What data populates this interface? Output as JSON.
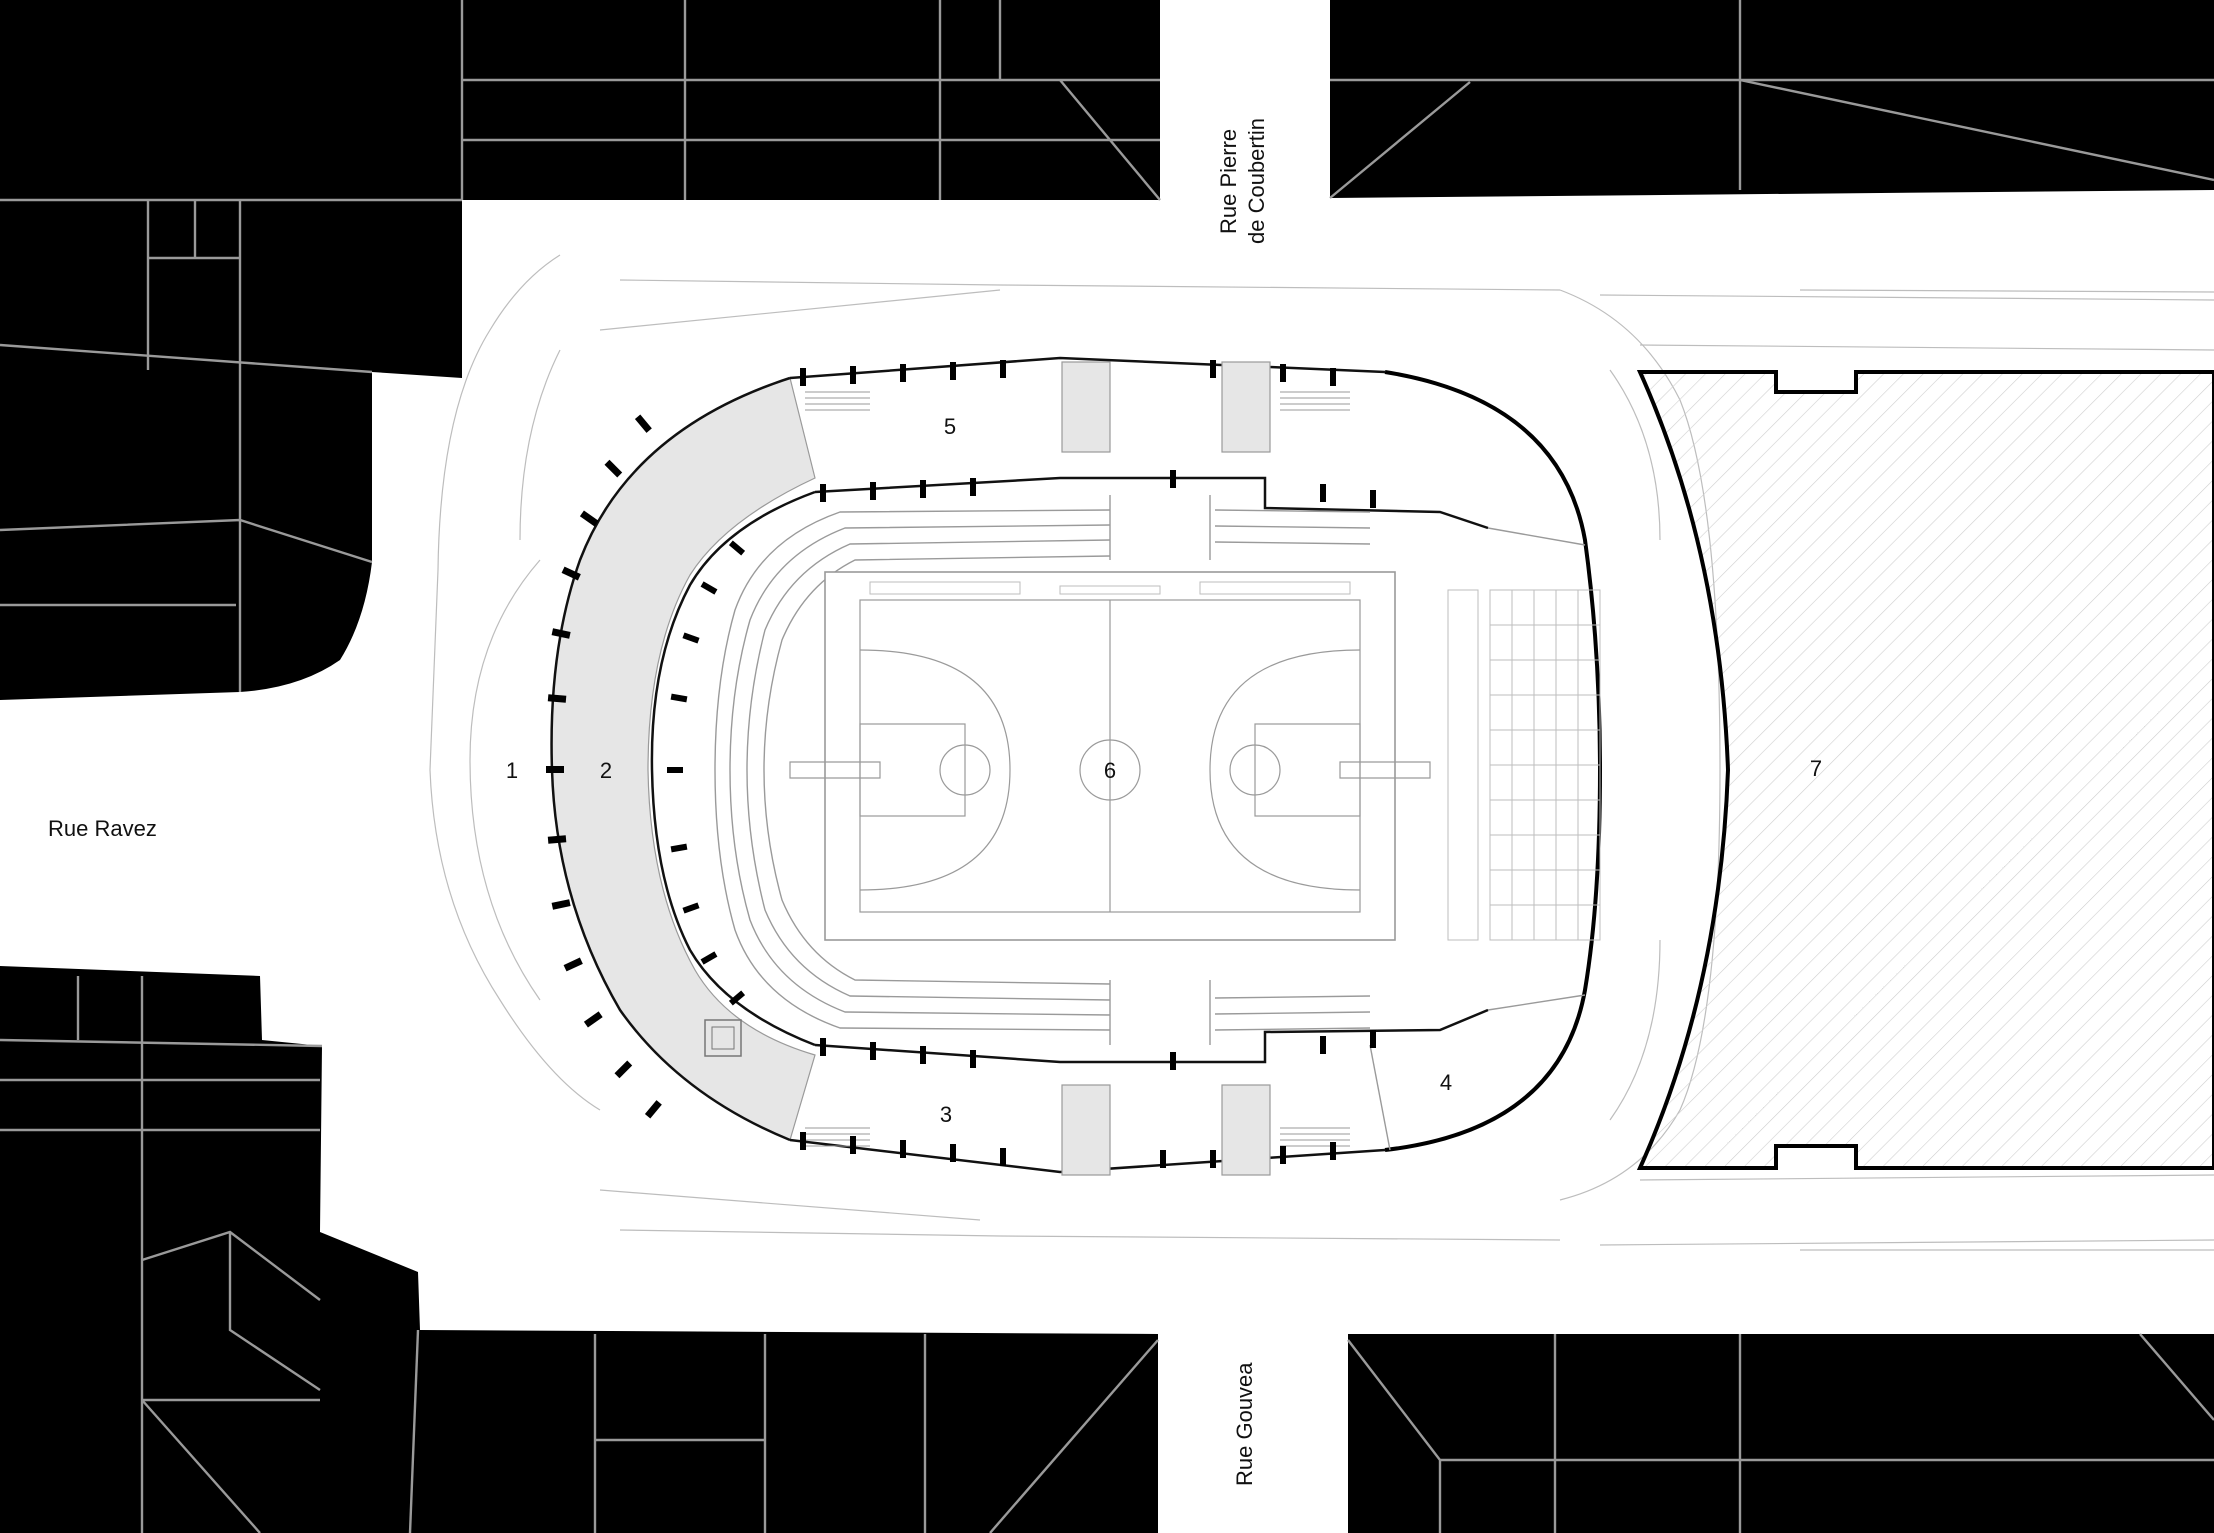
{
  "streets": {
    "north": [
      "Rue Pierre",
      "de Coubertin"
    ],
    "west": "Rue Ravez",
    "south": "Rue Gouvea"
  },
  "zones": [
    "1",
    "2",
    "3",
    "4",
    "5",
    "6",
    "7"
  ],
  "colors": {
    "buildings": "#000000",
    "ground": "#ffffff",
    "concourse": "#e6e6e6",
    "hatch": "#c8c8c8",
    "thick_walls": "#000000"
  }
}
